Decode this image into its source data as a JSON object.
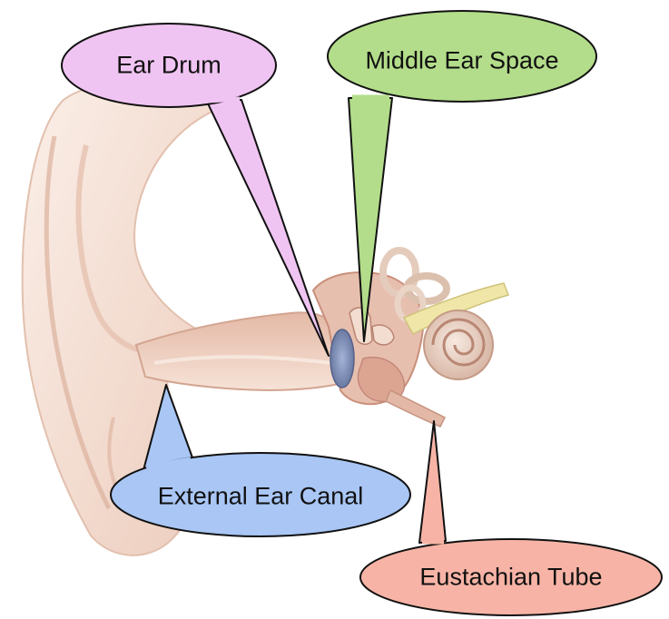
{
  "diagram": {
    "labels": {
      "ear_drum": "Ear Drum",
      "middle_ear_space": "Middle Ear Space",
      "external_ear_canal": "External Ear Canal",
      "eustachian_tube": "Eustachian Tube"
    },
    "colors": {
      "ear_drum_bubble": "#f0c4f2",
      "middle_ear_bubble": "#b3dd8a",
      "external_canal_bubble": "#a9c6f5",
      "eustachian_bubble": "#f7b4a6",
      "skin_light": "#f6e4da",
      "skin_mid": "#e9c3b1",
      "skin_dark": "#d59e88",
      "ear_drum_tissue": "#7d8fb5",
      "cochlea": "#e9d2c4",
      "nerve": "#efe6a8"
    }
  }
}
